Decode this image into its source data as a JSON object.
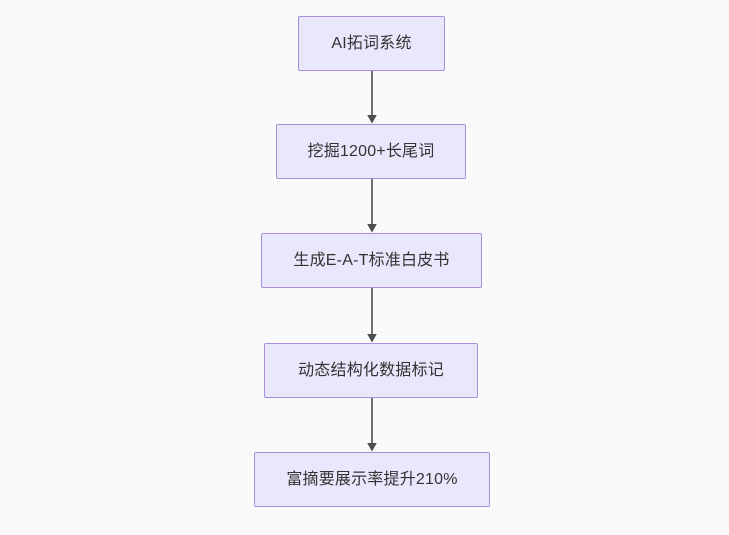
{
  "diagram": {
    "type": "flowchart",
    "orientation": "top-to-bottom",
    "background_color": "#fafafa",
    "node_fill_color": "#e9e7fb",
    "node_border_color": "#aa8ed9",
    "node_text_color": "#333333",
    "edge_color": "#707070",
    "nodes": [
      {
        "id": "n1",
        "label": "AI拓词系统"
      },
      {
        "id": "n2",
        "label": "挖掘1200+长尾词"
      },
      {
        "id": "n3",
        "label": "生成E-A-T标准白皮书"
      },
      {
        "id": "n4",
        "label": "动态结构化数据标记"
      },
      {
        "id": "n5",
        "label": "富摘要展示率提升210%"
      }
    ],
    "edges": [
      {
        "id": "e1",
        "from": "n1",
        "to": "n2",
        "arrowhead": "triangle"
      },
      {
        "id": "e2",
        "from": "n2",
        "to": "n3",
        "arrowhead": "triangle"
      },
      {
        "id": "e3",
        "from": "n3",
        "to": "n4",
        "arrowhead": "triangle"
      },
      {
        "id": "e4",
        "from": "n4",
        "to": "n5",
        "arrowhead": "triangle"
      }
    ]
  }
}
